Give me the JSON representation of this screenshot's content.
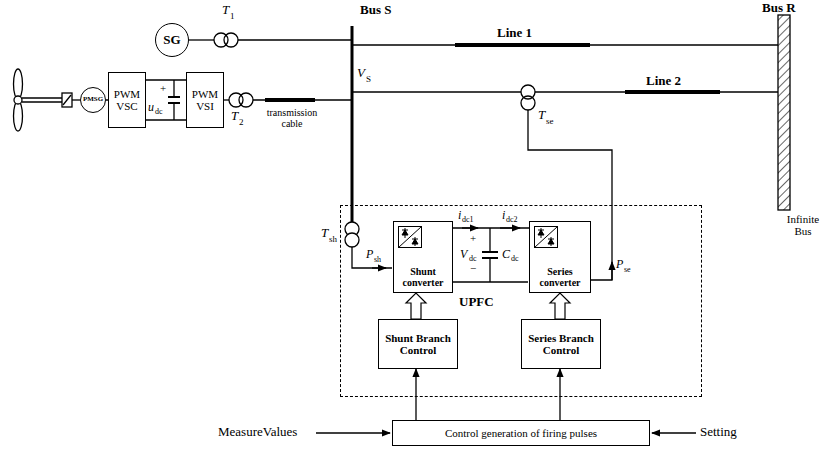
{
  "diagram": {
    "nodes": [
      {
        "text": [
          "SG"
        ]
      },
      {
        "text": [
          "PMSG"
        ]
      },
      {
        "text": [
          "PWM VSC"
        ]
      },
      {
        "text": [
          "PWM VSI"
        ]
      },
      {
        "text": [
          "UPFC"
        ]
      },
      {
        "text": [
          "Shunt converter"
        ],
        "in": 4
      },
      {
        "text": [
          "Series converter"
        ],
        "in": 4
      },
      {
        "text": [
          "Shunt Branch Control"
        ],
        "in": 4
      },
      {
        "text": [
          "Series Branch Control"
        ],
        "in": 4
      },
      {
        "text": [
          "Control generation of firing pulses"
        ]
      }
    ],
    "edges": [
      {
        "from": 1,
        "to": 2,
        "arrow": "none"
      },
      {
        "from": 2,
        "to": 3,
        "arrow": "none"
      },
      {
        "from": 5,
        "to": 6,
        "arrow": "none"
      },
      {
        "from": 7,
        "to": 5,
        "arrow": "to"
      },
      {
        "from": 8,
        "to": 6,
        "arrow": "to"
      },
      {
        "from": 9,
        "to": 7,
        "arrow": "to"
      },
      {
        "from": 9,
        "to": 8,
        "arrow": "to"
      }
    ],
    "labels": [
      "Bus S",
      "Bus R",
      "Line 1",
      "Line 2",
      "Infinite Bus",
      "T",
      "1",
      "V",
      "S",
      "T",
      "2",
      "T",
      "sh",
      "T",
      "se",
      "+",
      "u",
      "dc",
      "P",
      "sh",
      "i",
      "dc1",
      "i",
      "dc2",
      "+",
      "V",
      "dc",
      "−",
      "C",
      "dc",
      "P",
      "se",
      "MeasureValues",
      "Setting",
      "transmission cable"
    ]
  }
}
